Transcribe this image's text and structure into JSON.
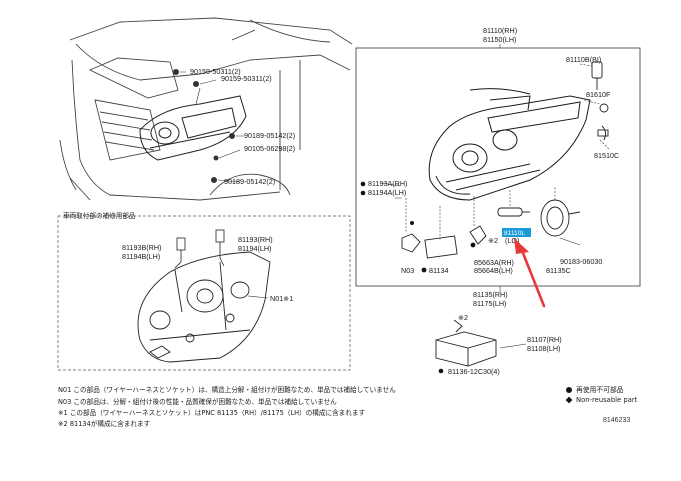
{
  "diagram": {
    "top_callouts": [
      "90159-50311(2)",
      "90159-50311(2)",
      "90189-05142(2)",
      "90105-06298(2)",
      "90189-05142(2)"
    ],
    "group_heading": [
      "81110(RH)",
      "81150(LH)"
    ],
    "parts": {
      "p81110B": "81110B(BI)",
      "p81610F": "81610F",
      "p81510C": "81510C",
      "p81193A": "81193A(RH)",
      "p81194A": "81194A(LH)",
      "p81110L": "81110L",
      "pLO": "(LO)",
      "pN03": "N03",
      "p81134": "81134",
      "p85663A": "85663A(RH)",
      "p85664B": "85664B(LH)",
      "p81135C": "81135C",
      "p90183": "90183-06030",
      "p81135": "81135(RH)",
      "p81175": "81175(LH)",
      "p81107": "81107(RH)",
      "p81108": "81108(LH)",
      "p81136": "81136-12C30(4)",
      "p81193B": "81193B(RH)",
      "p81194B": "81194B(LH)",
      "p81193": "81193(RH)",
      "p81194": "81194(LH)",
      "pN01": "N01※1",
      "mark2a": "※2",
      "mark2b": "※2"
    },
    "section_title": "車両取付部の補修用部品",
    "notes": [
      "N01 この部品（ワイヤーハーネスとソケット）は、構造上分解・組付けが困難なため、単品では補給していません",
      "N03 この部品は、分解・組付け後の性能・品質確保が困難なため、単品では補給していません",
      "※1 この部品（ワイヤーハーネスとソケット）はPNC 81135（RH）/81175（LH）の構成に含まれます",
      "※2 81134が構成に含まれます"
    ],
    "legend": [
      "再使用不可部品",
      "Non-reusable part"
    ],
    "figure_code": "8146233",
    "colors": {
      "highlight": "#1a9ad6",
      "arrow": "#e8393a",
      "line": "#333333"
    }
  }
}
